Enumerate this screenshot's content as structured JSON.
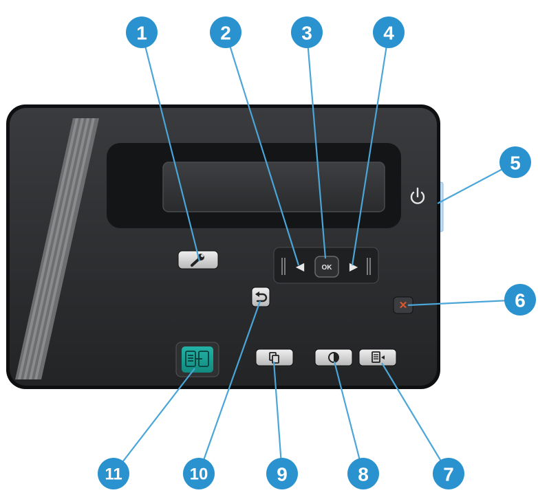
{
  "colors": {
    "callout_fill": "#2a93cf",
    "callout_line": "#4aa6d8",
    "panel_body": "#2d2e30",
    "panel_edge": "#0e0f10",
    "button_face": "#d9d9d9",
    "copy_button": "#1a9d93",
    "cancel_x": "#e2572a",
    "power_light": "#bcdcf6"
  },
  "panel": {
    "ok_label": "OK",
    "left_arrow": "◀",
    "right_arrow": "▶",
    "cancel_glyph": "✕"
  },
  "callouts": [
    {
      "label": "1",
      "target": "setup-button"
    },
    {
      "label": "2",
      "target": "left-arrow-button"
    },
    {
      "label": "3",
      "target": "ok-button"
    },
    {
      "label": "4",
      "target": "right-arrow-button"
    },
    {
      "label": "5",
      "target": "power-button"
    },
    {
      "label": "6",
      "target": "cancel-button"
    },
    {
      "label": "7",
      "target": "copy-menu-button"
    },
    {
      "label": "8",
      "target": "lighter-darker-button"
    },
    {
      "label": "9",
      "target": "copies-button"
    },
    {
      "label": "10",
      "target": "back-button"
    },
    {
      "label": "11",
      "target": "start-copy-button"
    }
  ]
}
